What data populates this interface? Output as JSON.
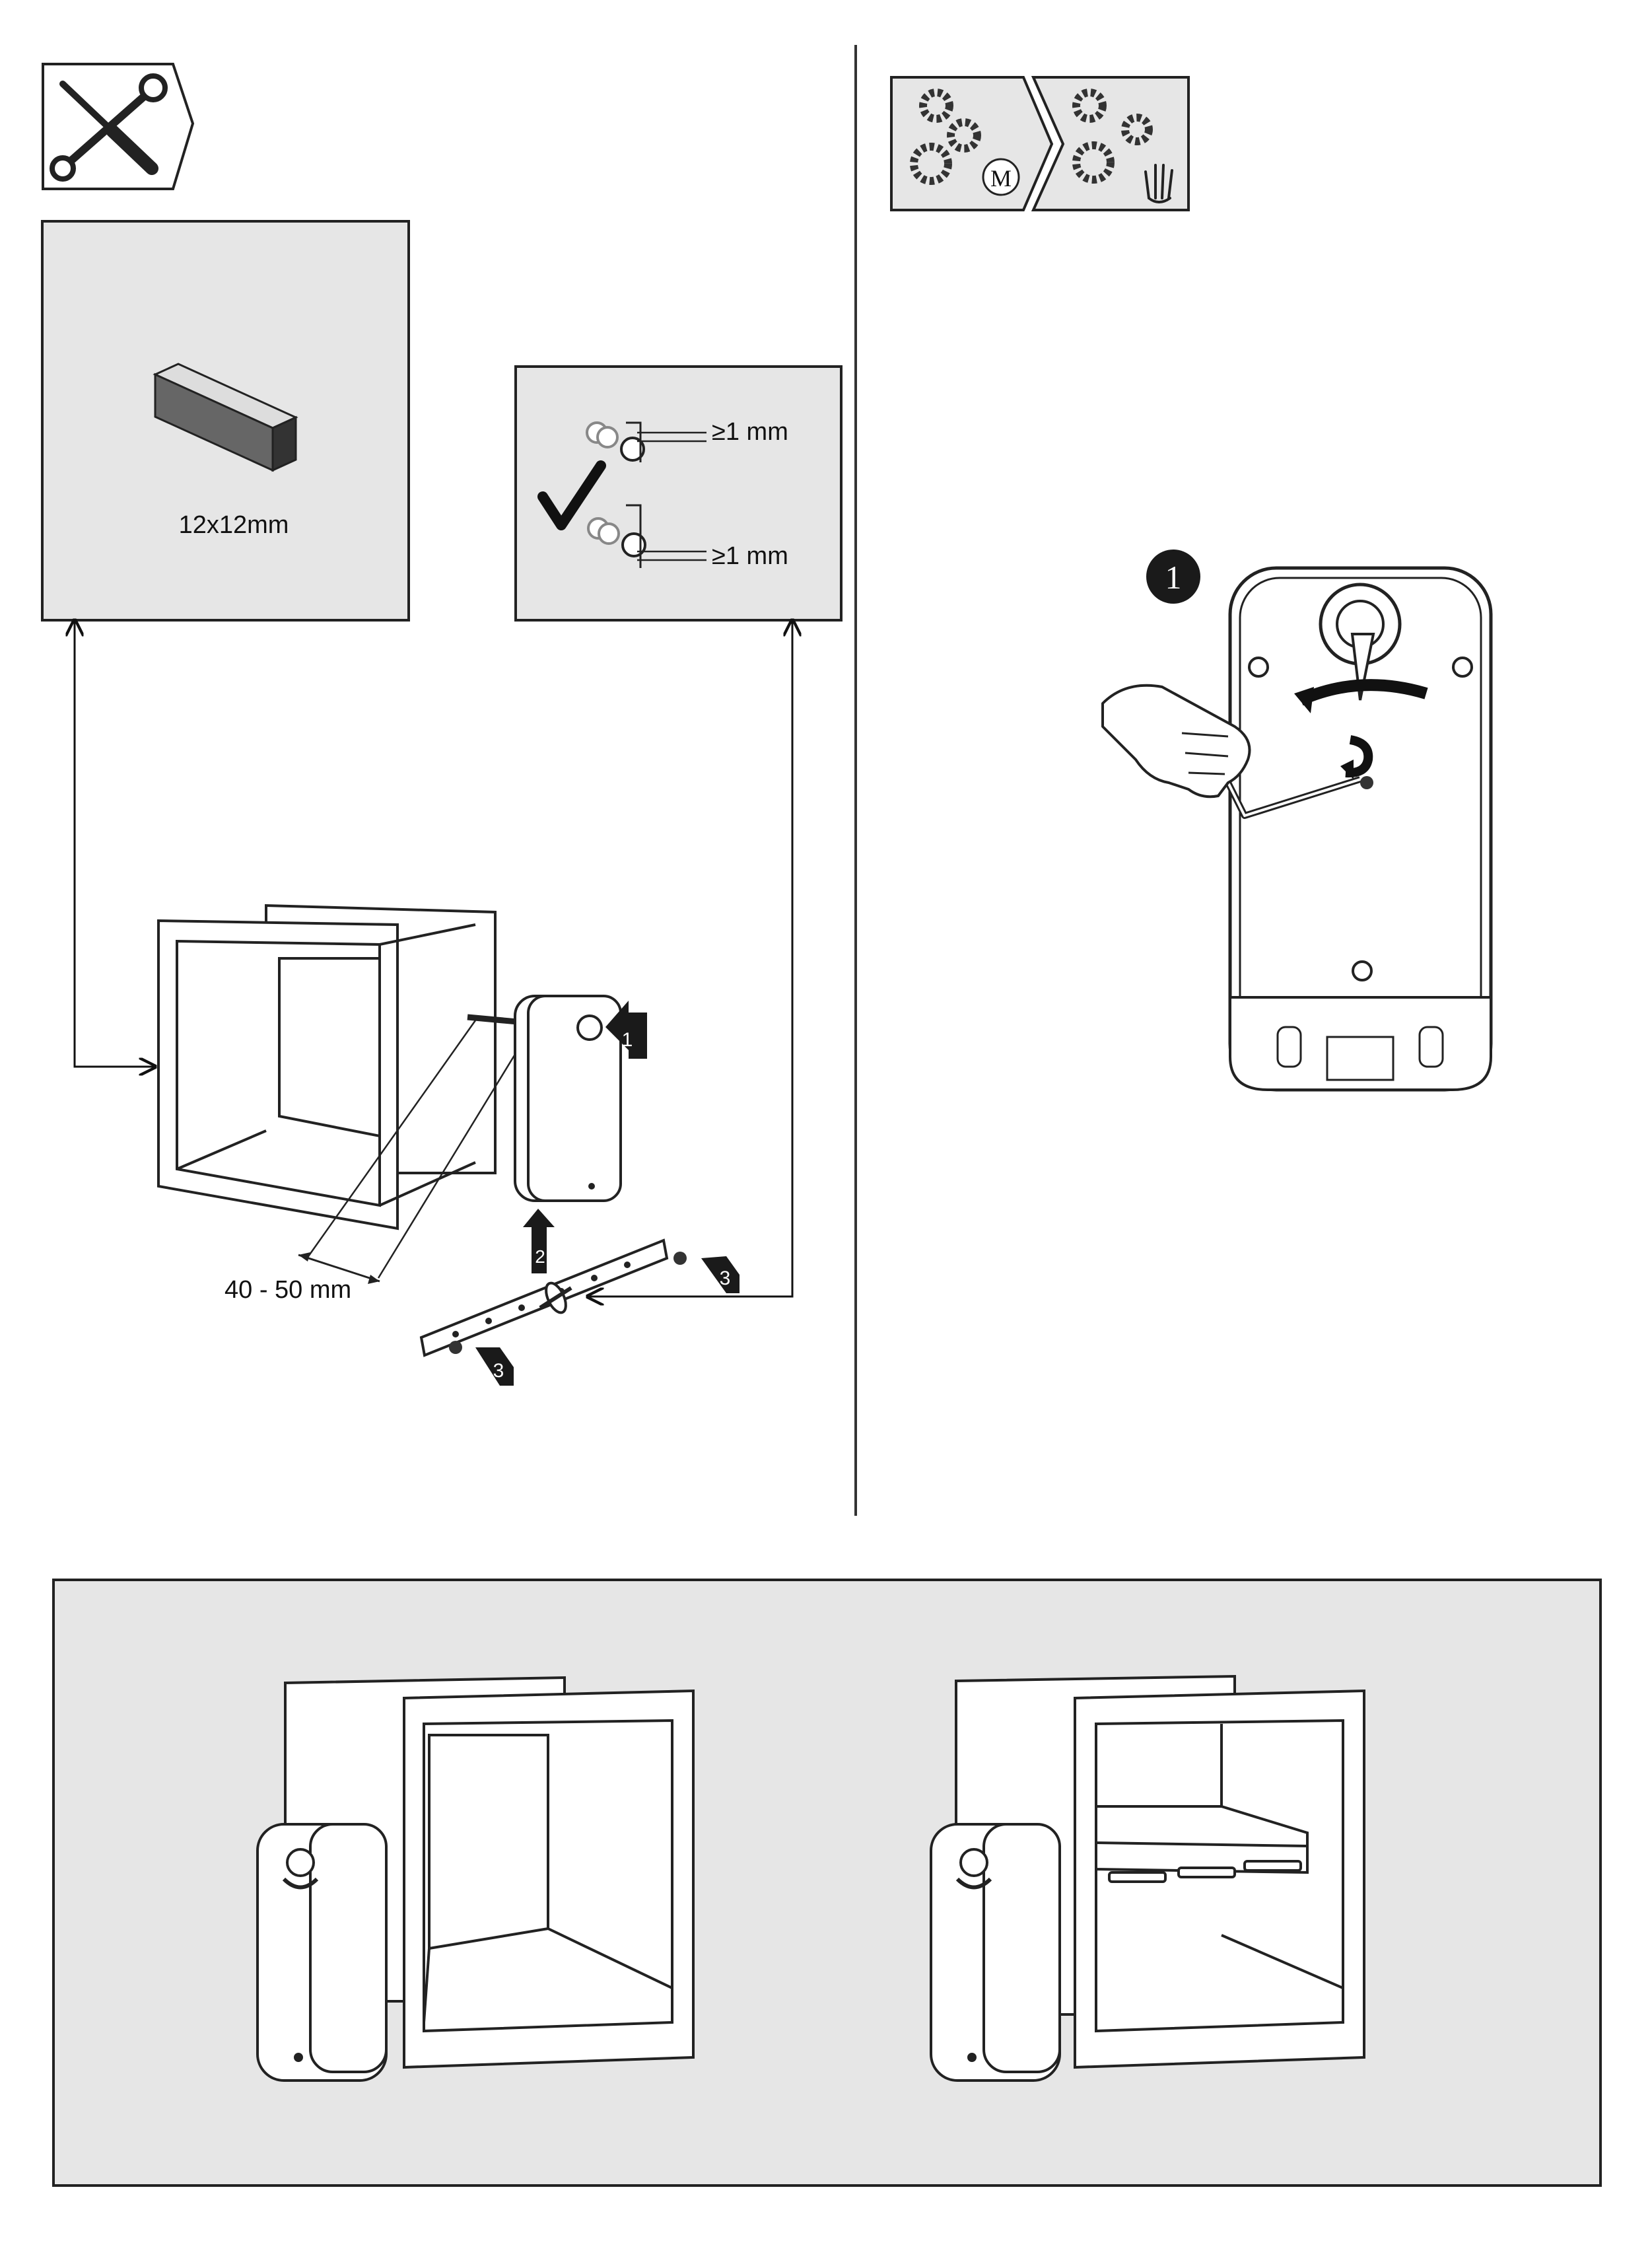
{
  "left_panel": {
    "shaft_box": {
      "shaft_size": "12x12mm"
    },
    "clearance_box": {
      "top_clearance": "≥1 mm",
      "bottom_clearance": "≥1 mm"
    },
    "mount": {
      "distance": "40 - 50 mm",
      "step_1": "1",
      "step_2": "2",
      "step_3a": "3",
      "step_3b": "3"
    }
  },
  "right_panel": {
    "mode_badge": {
      "motor_letter": "M"
    },
    "step_number": "1"
  },
  "bottom_panel": {}
}
